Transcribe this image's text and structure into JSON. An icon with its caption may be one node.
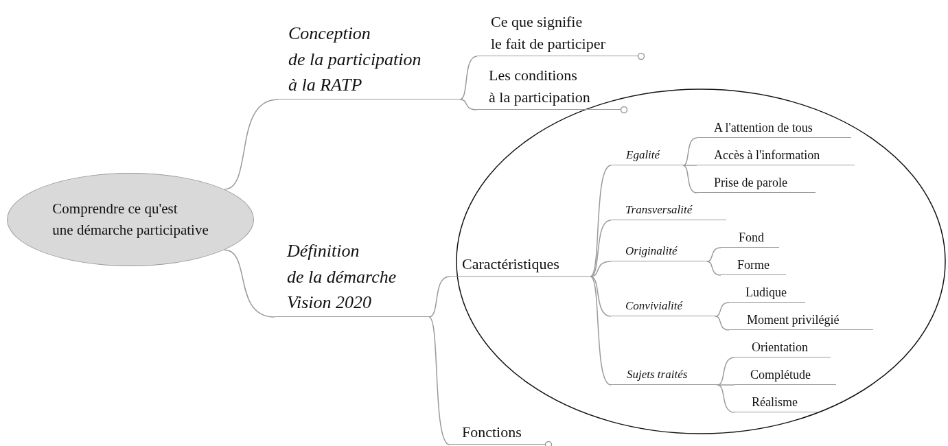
{
  "diagram": {
    "nodes": [
      {
        "text": [
          "Comprendre ce qu'est une démarche participative"
        ]
      },
      {
        "text": [
          "Conception de la participation à la RATP"
        ]
      },
      {
        "text": [
          "Ce que signifie le fait de participer"
        ]
      },
      {
        "text": [
          "Les conditions à la participation"
        ]
      },
      {
        "text": [
          "Définition de la démarche Vision 2020"
        ]
      },
      {
        "text": [
          "Caractéristiques"
        ]
      },
      {
        "text": [
          "Egalité"
        ]
      },
      {
        "text": [
          "A l'attention de tous"
        ]
      },
      {
        "text": [
          "Accès à l'information"
        ]
      },
      {
        "text": [
          "Prise de parole"
        ]
      },
      {
        "text": [
          "Transversalité"
        ]
      },
      {
        "text": [
          "Originalité"
        ]
      },
      {
        "text": [
          "Fond"
        ]
      },
      {
        "text": [
          "Forme"
        ]
      },
      {
        "text": [
          "Convivialité"
        ]
      },
      {
        "text": [
          "Ludique"
        ]
      },
      {
        "text": [
          "Moment privilégié"
        ]
      },
      {
        "text": [
          "Sujets traités"
        ]
      },
      {
        "text": [
          "Orientation"
        ]
      },
      {
        "text": [
          "Complétude"
        ]
      },
      {
        "text": [
          "Réalisme"
        ]
      },
      {
        "text": [
          "Fonctions"
        ]
      }
    ],
    "edges": [
      {
        "from": 0,
        "to": 1,
        "arrow": "none"
      },
      {
        "from": 1,
        "to": 2,
        "arrow": "none"
      },
      {
        "from": 1,
        "to": 3,
        "arrow": "none"
      },
      {
        "from": 0,
        "to": 4,
        "arrow": "none"
      },
      {
        "from": 4,
        "to": 5,
        "arrow": "none"
      },
      {
        "from": 5,
        "to": 6,
        "arrow": "none"
      },
      {
        "from": 6,
        "to": 7,
        "arrow": "none"
      },
      {
        "from": 6,
        "to": 8,
        "arrow": "none"
      },
      {
        "from": 6,
        "to": 9,
        "arrow": "none"
      },
      {
        "from": 5,
        "to": 10,
        "arrow": "none"
      },
      {
        "from": 5,
        "to": 11,
        "arrow": "none"
      },
      {
        "from": 11,
        "to": 12,
        "arrow": "none"
      },
      {
        "from": 11,
        "to": 13,
        "arrow": "none"
      },
      {
        "from": 5,
        "to": 14,
        "arrow": "none"
      },
      {
        "from": 14,
        "to": 15,
        "arrow": "none"
      },
      {
        "from": 14,
        "to": 16,
        "arrow": "none"
      },
      {
        "from": 5,
        "to": 17,
        "arrow": "none"
      },
      {
        "from": 17,
        "to": 18,
        "arrow": "none"
      },
      {
        "from": 17,
        "to": 19,
        "arrow": "none"
      },
      {
        "from": 17,
        "to": 20,
        "arrow": "none"
      },
      {
        "from": 4,
        "to": 21,
        "arrow": "none"
      }
    ]
  }
}
